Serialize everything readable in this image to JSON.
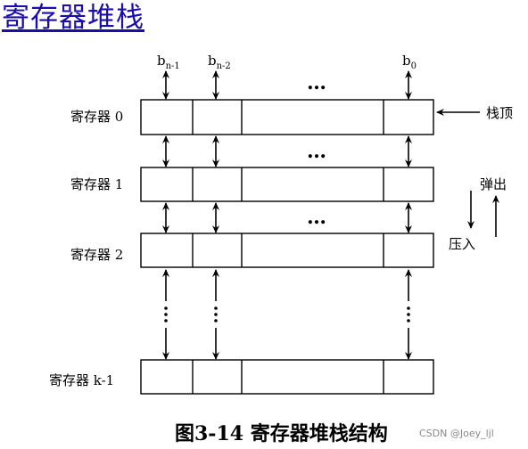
{
  "title": "寄存器堆栈",
  "bits": {
    "msb": "b",
    "msb_sub": "n-1",
    "second": "b",
    "second_sub": "n-2",
    "lsb": "b",
    "lsb_sub": "0"
  },
  "ellipsis": "…",
  "registers": [
    {
      "label": "寄存器 0"
    },
    {
      "label": "寄存器 1"
    },
    {
      "label": "寄存器 2"
    },
    {
      "label": "寄存器 k-1"
    }
  ],
  "stack_top": "栈顶",
  "pop": "弹出",
  "push": "压入",
  "caption": "图3-14 寄存器堆栈结构",
  "watermark": "CSDN @Joey_ljl"
}
